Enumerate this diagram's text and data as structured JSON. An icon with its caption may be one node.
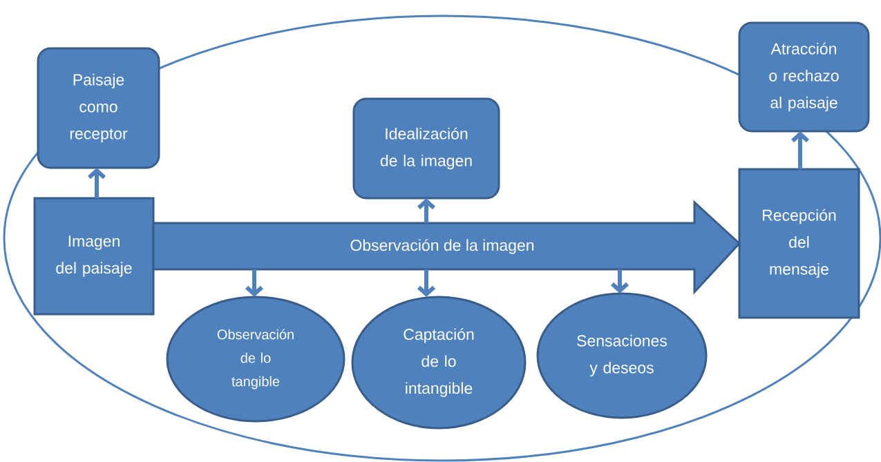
{
  "diagram": {
    "nodes": [
      {
        "text": [
          "Paisaje como receptor"
        ]
      },
      {
        "text": [
          "Atracción o rechazo al paisaje"
        ]
      },
      {
        "text": [
          "Idealización de la imagen"
        ]
      },
      {
        "text": [
          "Imagen del paisaje"
        ]
      },
      {
        "text": [
          "Recepción del mensaje"
        ]
      },
      {
        "text": [
          "Observación de lo tangible"
        ]
      },
      {
        "text": [
          "Captación de lo intangible"
        ]
      },
      {
        "text": [
          "Sensaciones y deseos"
        ]
      }
    ],
    "edges": [
      {
        "from": 3,
        "to": 0,
        "arrow": "to"
      },
      {
        "from": 4,
        "to": 1,
        "arrow": "to"
      },
      {
        "from": 3,
        "to": 4,
        "arrow": "to",
        "label": "Observación de la imagen",
        "style": "thick"
      },
      {
        "from": null,
        "to": 2,
        "arrow": "to"
      },
      {
        "from": null,
        "to": 5,
        "arrow": "to"
      },
      {
        "from": null,
        "to": 6,
        "arrow": "to"
      },
      {
        "from": null,
        "to": 7,
        "arrow": "to"
      }
    ]
  }
}
